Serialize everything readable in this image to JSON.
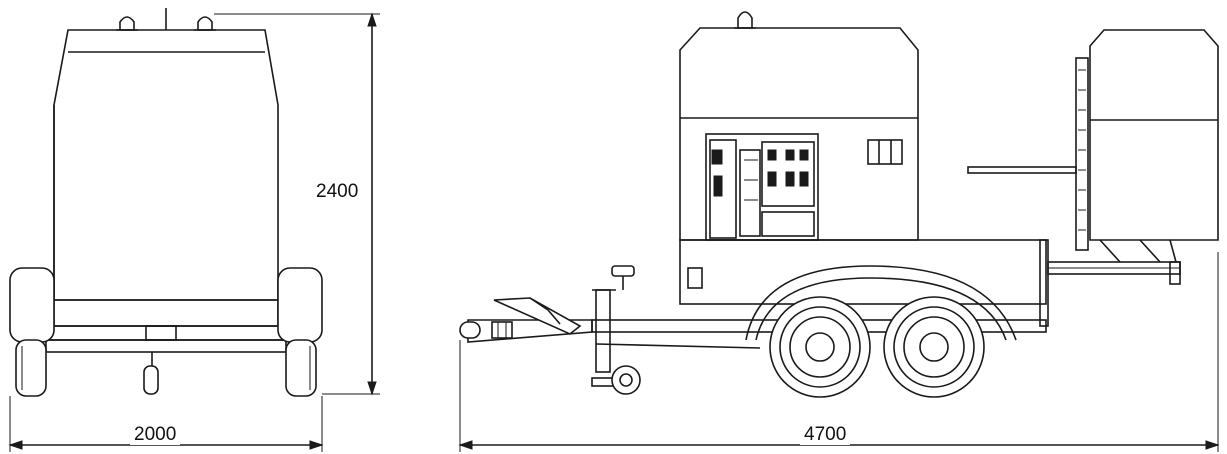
{
  "dimensions": {
    "front_width": "2000",
    "front_height": "2400",
    "side_length": "4700"
  }
}
